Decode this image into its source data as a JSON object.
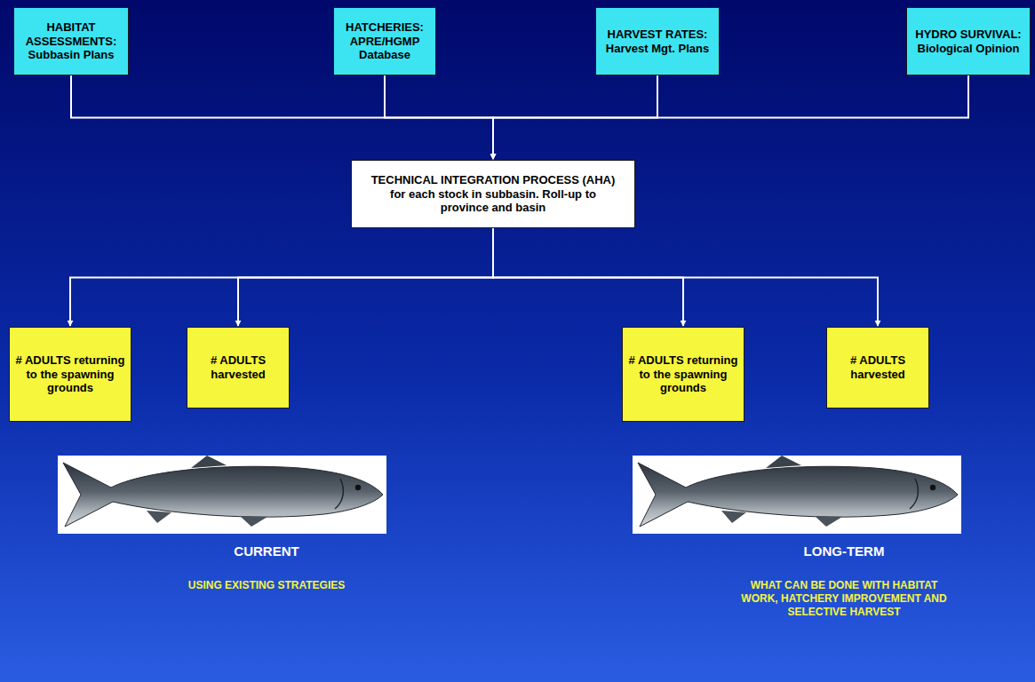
{
  "diagram": {
    "nodes": [
      {
        "text": [
          "HABITAT ASSESSMENTS: Subbasin Plans"
        ]
      },
      {
        "text": [
          "HATCHERIES: APRE/HGMP Database"
        ]
      },
      {
        "text": [
          "HARVEST RATES: Harvest Mgt. Plans"
        ]
      },
      {
        "text": [
          "HYDRO SURVIVAL: Biological Opinion"
        ]
      },
      {
        "text": [
          "TECHNICAL INTEGRATION PROCESS (AHA) for each stock in subbasin. Roll-up to province and basin"
        ]
      },
      {
        "text": [
          "# ADULTS returning to the spawning grounds"
        ]
      },
      {
        "text": [
          "# ADULTS harvested"
        ]
      },
      {
        "text": [
          "# ADULTS returning to the spawning grounds"
        ]
      },
      {
        "text": [
          "# ADULTS harvested"
        ]
      }
    ],
    "edges": [
      {
        "from": 0,
        "to": 4,
        "arrow": "to"
      },
      {
        "from": 1,
        "to": 4,
        "arrow": "to"
      },
      {
        "from": 2,
        "to": 4,
        "arrow": "to"
      },
      {
        "from": 3,
        "to": 4,
        "arrow": "to"
      },
      {
        "from": 4,
        "to": 5,
        "arrow": "to"
      },
      {
        "from": 4,
        "to": 6,
        "arrow": "to"
      },
      {
        "from": 4,
        "to": 7,
        "arrow": "to"
      },
      {
        "from": 4,
        "to": 8,
        "arrow": "to"
      }
    ],
    "labels": [
      "CURRENT",
      "USING EXISTING STRATEGIES",
      "LONG-TERM",
      "WHAT CAN BE DONE WITH HABITAT WORK, HATCHERY IMPROVEMENT AND SELECTIVE HARVEST"
    ]
  }
}
